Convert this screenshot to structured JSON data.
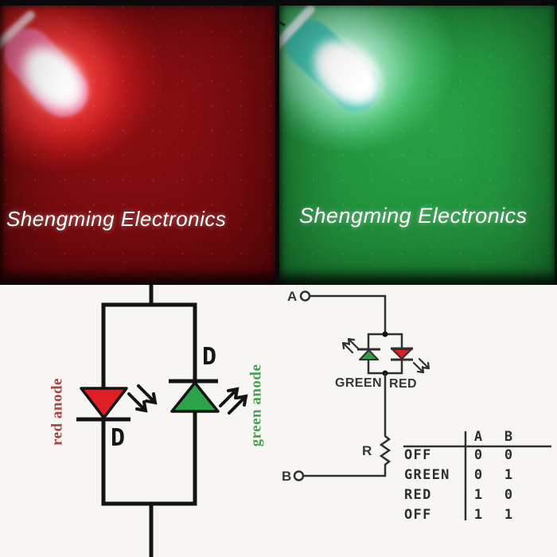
{
  "photos": {
    "red": {
      "caption": "Shengming Electronics"
    },
    "green": {
      "caption": "Shengming Electronics"
    }
  },
  "left_diagram": {
    "red_diode_designator": "D",
    "green_diode_designator": "D",
    "red_anode_label": "red anode",
    "green_anode_label": "green anode"
  },
  "right_diagram": {
    "terminal_a_label": "A",
    "terminal_b_label": "B",
    "green_led_label": "GREEN",
    "red_led_label": "RED",
    "resistor_label": "R",
    "truth_table": {
      "columns": [
        "A",
        "B"
      ],
      "rows": [
        {
          "state": "OFF",
          "a": "0",
          "b": "0"
        },
        {
          "state": "GREEN",
          "a": "0",
          "b": "1"
        },
        {
          "state": "RED",
          "a": "1",
          "b": "0"
        },
        {
          "state": "OFF",
          "a": "1",
          "b": "1"
        }
      ]
    }
  },
  "colors": {
    "red_led": "#de1f26",
    "green_led": "#2ca24a",
    "red_anode_text": "#a84343",
    "green_anode_text": "#4aa050",
    "schematic_line": "#141414",
    "diagram_background": "#f7f6f2",
    "photo_red_background": "#6e090c",
    "photo_green_background": "#1d8736"
  }
}
